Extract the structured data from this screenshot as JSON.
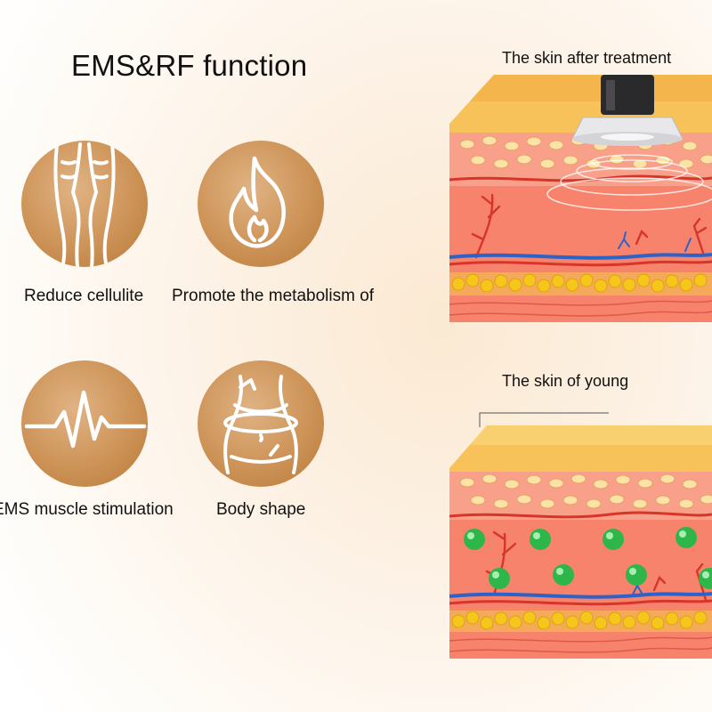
{
  "title": "EMS&RF function",
  "features": [
    {
      "label": "Reduce cellulite",
      "icon": "legs-icon"
    },
    {
      "label": "Promote the metabolism of",
      "icon": "flame-icon"
    },
    {
      "label": "EMS muscle stimulation",
      "icon": "pulse-wave-icon"
    },
    {
      "label": "Body shape",
      "icon": "waist-tape-icon"
    }
  ],
  "panels": {
    "top_caption": "The skin after treatment",
    "bottom_caption": "The skin of young"
  },
  "colors": {
    "icon_circle": "#cd9357",
    "skin_top": "#f7c25a",
    "skin_layer": "#f7836c",
    "vein": "#2d63c8",
    "artery": "#d8352a",
    "fat": "#f5c61c",
    "nutrient": "#2fb649"
  }
}
